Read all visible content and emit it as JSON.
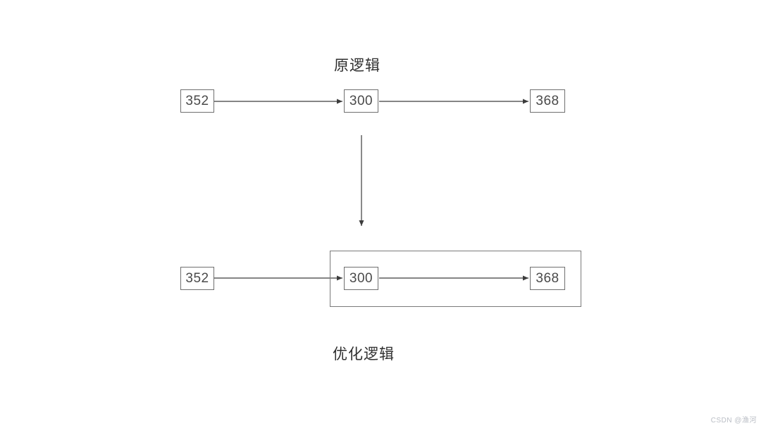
{
  "diagram": {
    "original": {
      "title": "原逻辑",
      "nodes": [
        {
          "label": "352"
        },
        {
          "label": "300"
        },
        {
          "label": "368"
        }
      ]
    },
    "optimized": {
      "title": "优化逻辑",
      "nodes": [
        {
          "label": "352"
        },
        {
          "label": "300"
        },
        {
          "label": "368"
        }
      ]
    },
    "colors": {
      "background": "#ffffff",
      "box_border": "#6f6f6f",
      "group_border": "#7a7a7a",
      "arrow": "#3c3c3c",
      "node_text": "#4a4a4a",
      "title_text": "#2f2f2f",
      "watermark_text": "#b9bdc4"
    }
  },
  "watermark": {
    "text": "CSDN @渔河"
  }
}
